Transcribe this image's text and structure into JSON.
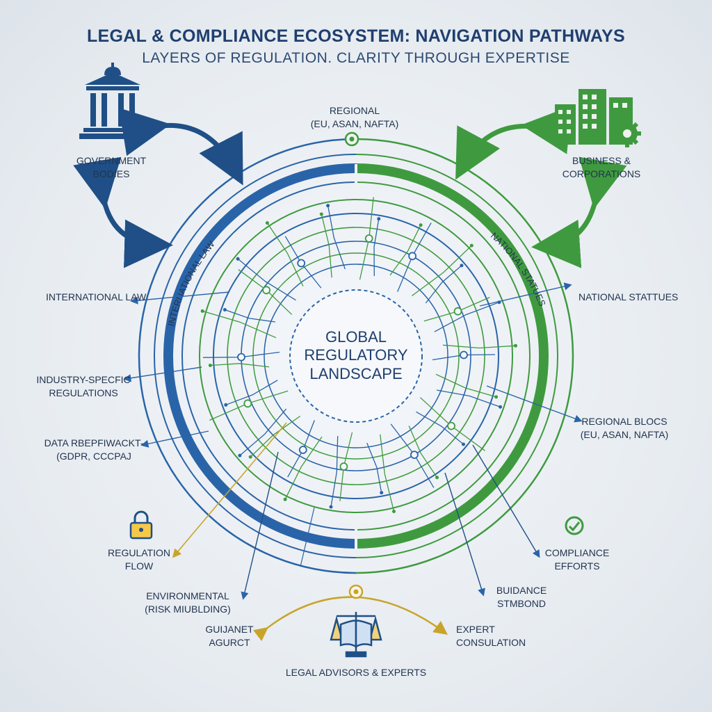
{
  "header": {
    "title": "LEGAL & COMPLIANCE ECOSYSTEM: NAVIGATION PATHWAYS",
    "subtitle": "LAYERS OF REGULATION. CLARITY THROUGH EXPERTISE"
  },
  "center": {
    "line1": "GLOBAL",
    "line2": "REGULATORY",
    "line3": "LANDSCAPE"
  },
  "ring_labels": {
    "left": "INTERNATIONAL LAW",
    "right": "NATIONAL STATUES"
  },
  "stakeholders": {
    "government": {
      "line1": "GOVERNMENT",
      "line2": "BODIES",
      "icon": "government-building-icon"
    },
    "business": {
      "line1": "BUSINESS &",
      "line2": "CORPORATIONS",
      "icon": "office-buildings-gear-icon"
    },
    "legal": {
      "label": "LEGAL ADVISORS & EXPERTS",
      "icon": "scales-book-icon"
    }
  },
  "top": {
    "line1": "REGIONAL",
    "line2": "(EU, ASAN, NAFTA)"
  },
  "left_labels": {
    "international_law": "INTERNATIONAL LAW",
    "industry_line1": "INDUSTRY-SPECFIC",
    "industry_line2": "REGULATIONS",
    "data_line1": "DATA RBEPFIWACKT-",
    "data_line2": "(GDPR, CCCPAJ",
    "regulation_line1": "REGULATION",
    "regulation_line2": "FLOW",
    "environmental_line1": "ENVIRONMENTAL",
    "environmental_line2": "(RISK MIUBLDING)",
    "guidance_line1": "GUIJANET",
    "guidance_line2": "AGURCT"
  },
  "right_labels": {
    "national_statues": "NATIONAL STATTUES",
    "regional_line1": "REGIONAL BLOCS",
    "regional_line2": "(EU, ASAN, NAFTA)",
    "compliance_line1": "COMPLIANCE",
    "compliance_line2": "EFFORTS",
    "buidance_line1": "BUIDANCE",
    "buidance_line2": "STMBOND",
    "expert_line1": "EXPERT",
    "expert_line2": "CONSULATION"
  },
  "colors": {
    "blue": "#2a64a8",
    "navy": "#1f3f6e",
    "green": "#3f9a3f",
    "gold": "#c9a42a",
    "text": "#22344f"
  }
}
